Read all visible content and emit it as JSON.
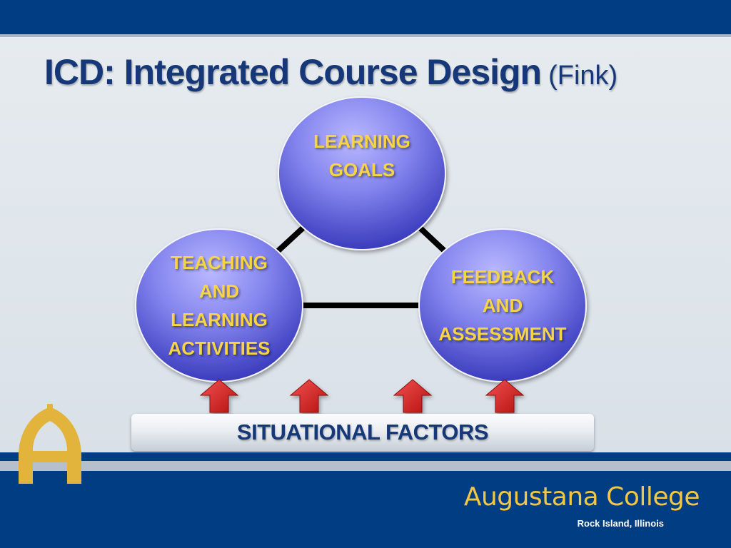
{
  "slide": {
    "title": "ICD: Integrated Course Design",
    "subtitle": "(Fink)"
  },
  "diagram": {
    "nodes": [
      {
        "id": "learning-goals",
        "label": "LEARNING\nGOALS",
        "text_color": "#f6d445"
      },
      {
        "id": "teaching-and-learning-activities",
        "label": "TEACHING\nAND\nLEARNING\nACTIVITIES",
        "text_color": "#f6d445"
      },
      {
        "id": "feedback-and-assessment",
        "label": "FEEDBACK\nAND\nASSESSMENT",
        "text_color": "#f6d445"
      }
    ],
    "connectors": [
      {
        "from": "learning-goals",
        "to": "teaching-and-learning-activities"
      },
      {
        "from": "learning-goals",
        "to": "feedback-and-assessment"
      },
      {
        "from": "teaching-and-learning-activities",
        "to": "feedback-and-assessment"
      }
    ],
    "arrows": {
      "count": 4,
      "direction": "up",
      "color": "#d42020"
    },
    "foundation_label": "SITUATIONAL FACTORS"
  },
  "branding": {
    "college_name": "Augustana College",
    "location": "Rock Island, Illinois",
    "logo_icon": "augustana-arch-a-icon",
    "accent_color": "#f3c743",
    "primary_color": "#003d82"
  }
}
